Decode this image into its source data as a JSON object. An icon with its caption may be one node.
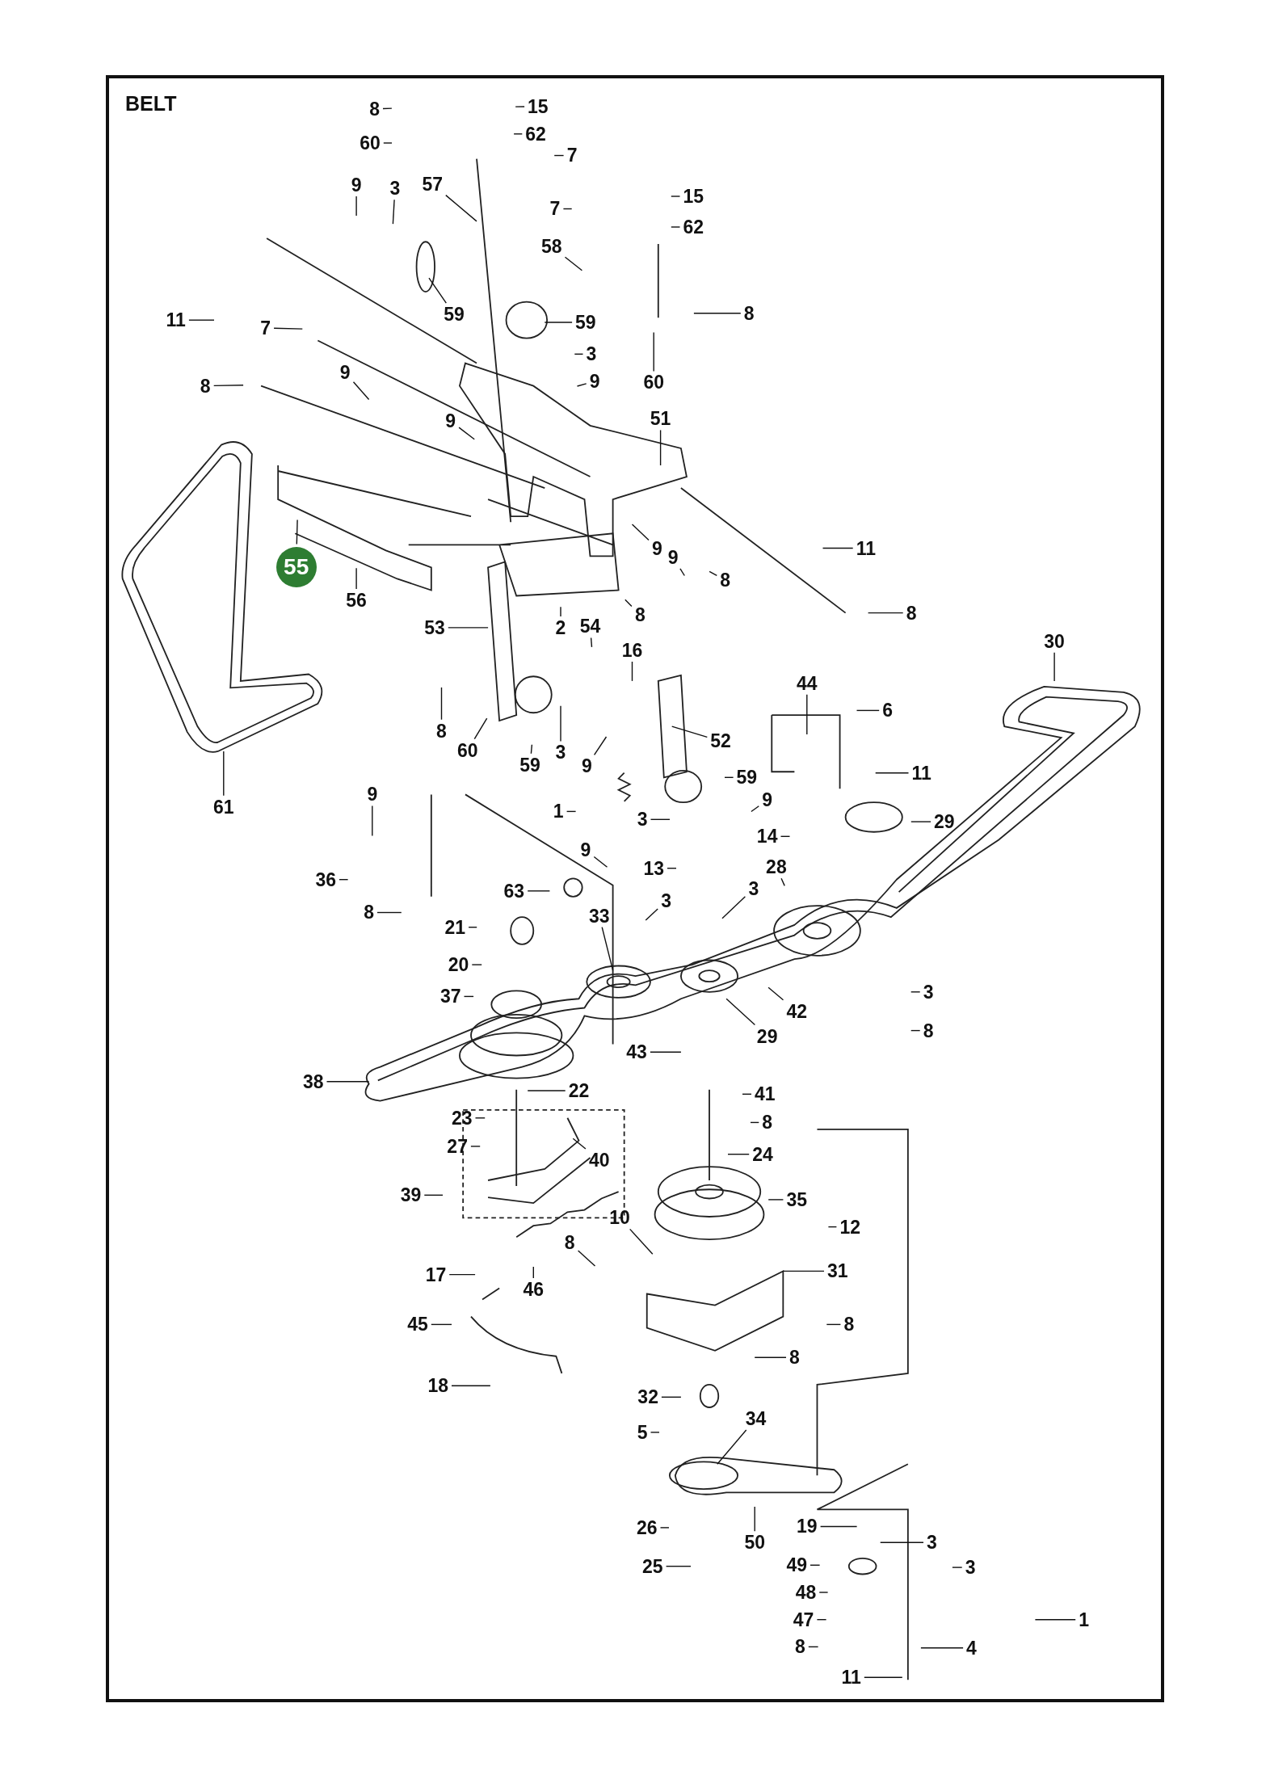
{
  "diagram": {
    "title": "BELT",
    "nodes": [
      {
        "text": [
          "8"
        ]
      },
      {
        "text": [
          "15"
        ]
      },
      {
        "text": [
          "60"
        ]
      },
      {
        "text": [
          "62"
        ]
      },
      {
        "text": [
          "7"
        ]
      },
      {
        "text": [
          "9"
        ]
      },
      {
        "text": [
          "3"
        ]
      },
      {
        "text": [
          "57"
        ]
      },
      {
        "text": [
          "7"
        ]
      },
      {
        "text": [
          "15"
        ]
      },
      {
        "text": [
          "62"
        ]
      },
      {
        "text": [
          "58"
        ]
      },
      {
        "text": [
          "59"
        ]
      },
      {
        "text": [
          "59"
        ]
      },
      {
        "text": [
          "11"
        ]
      },
      {
        "text": [
          "7"
        ]
      },
      {
        "text": [
          "3"
        ]
      },
      {
        "text": [
          "8"
        ]
      },
      {
        "text": [
          "9"
        ]
      },
      {
        "text": [
          "60"
        ]
      },
      {
        "text": [
          "8"
        ]
      },
      {
        "text": [
          "9"
        ]
      },
      {
        "text": [
          "9"
        ]
      },
      {
        "text": [
          "51"
        ]
      },
      {
        "text": [
          "11"
        ]
      },
      {
        "text": [
          "9"
        ]
      },
      {
        "text": [
          "9"
        ]
      },
      {
        "text": [
          "8"
        ]
      },
      {
        "text": [
          "8"
        ]
      },
      {
        "text": [
          "55"
        ]
      },
      {
        "text": [
          "56"
        ]
      },
      {
        "text": [
          "2"
        ]
      },
      {
        "text": [
          "54"
        ]
      },
      {
        "text": [
          "8"
        ]
      },
      {
        "text": [
          "53"
        ]
      },
      {
        "text": [
          "16"
        ]
      },
      {
        "text": [
          "30"
        ]
      },
      {
        "text": [
          "44"
        ]
      },
      {
        "text": [
          "6"
        ]
      },
      {
        "text": [
          "8"
        ]
      },
      {
        "text": [
          "60"
        ]
      },
      {
        "text": [
          "59"
        ]
      },
      {
        "text": [
          "3"
        ]
      },
      {
        "text": [
          "9"
        ]
      },
      {
        "text": [
          "52"
        ]
      },
      {
        "text": [
          "59"
        ]
      },
      {
        "text": [
          "11"
        ]
      },
      {
        "text": [
          "61"
        ]
      },
      {
        "text": [
          "1"
        ]
      },
      {
        "text": [
          "3"
        ]
      },
      {
        "text": [
          "9"
        ]
      },
      {
        "text": [
          "9"
        ]
      },
      {
        "text": [
          "14"
        ]
      },
      {
        "text": [
          "29"
        ]
      },
      {
        "text": [
          "36"
        ]
      },
      {
        "text": [
          "8"
        ]
      },
      {
        "text": [
          "63"
        ]
      },
      {
        "text": [
          "9"
        ]
      },
      {
        "text": [
          "13"
        ]
      },
      {
        "text": [
          "28"
        ]
      },
      {
        "text": [
          "3"
        ]
      },
      {
        "text": [
          "3"
        ]
      },
      {
        "text": [
          "33"
        ]
      },
      {
        "text": [
          "21"
        ]
      },
      {
        "text": [
          "20"
        ]
      },
      {
        "text": [
          "37"
        ]
      },
      {
        "text": [
          "42"
        ]
      },
      {
        "text": [
          "29"
        ]
      },
      {
        "text": [
          "3"
        ]
      },
      {
        "text": [
          "8"
        ]
      },
      {
        "text": [
          "43"
        ]
      },
      {
        "text": [
          "38"
        ]
      },
      {
        "text": [
          "22"
        ]
      },
      {
        "text": [
          "41"
        ]
      },
      {
        "text": [
          "8"
        ]
      },
      {
        "text": [
          "23"
        ]
      },
      {
        "text": [
          "27"
        ]
      },
      {
        "text": [
          "40"
        ]
      },
      {
        "text": [
          "24"
        ]
      },
      {
        "text": [
          "39"
        ]
      },
      {
        "text": [
          "35"
        ]
      },
      {
        "text": [
          "10"
        ]
      },
      {
        "text": [
          "12"
        ]
      },
      {
        "text": [
          "8"
        ]
      },
      {
        "text": [
          "46"
        ]
      },
      {
        "text": [
          "17"
        ]
      },
      {
        "text": [
          "31"
        ]
      },
      {
        "text": [
          "8"
        ]
      },
      {
        "text": [
          "45"
        ]
      },
      {
        "text": [
          "8"
        ]
      },
      {
        "text": [
          "18"
        ]
      },
      {
        "text": [
          "32"
        ]
      },
      {
        "text": [
          "5"
        ]
      },
      {
        "text": [
          "34"
        ]
      },
      {
        "text": [
          "26"
        ]
      },
      {
        "text": [
          "50"
        ]
      },
      {
        "text": [
          "19"
        ]
      },
      {
        "text": [
          "3"
        ]
      },
      {
        "text": [
          "25"
        ]
      },
      {
        "text": [
          "49"
        ]
      },
      {
        "text": [
          "3"
        ]
      },
      {
        "text": [
          "48"
        ]
      },
      {
        "text": [
          "47"
        ]
      },
      {
        "text": [
          "1"
        ]
      },
      {
        "text": [
          "8"
        ]
      },
      {
        "text": [
          "4"
        ]
      },
      {
        "text": [
          "11"
        ]
      }
    ],
    "edges": [
      {
        "from": 0,
        "to": null,
        "arrow": "none"
      },
      {
        "from": 1,
        "to": null,
        "arrow": "none"
      },
      {
        "from": 2,
        "to": null,
        "arrow": "none"
      },
      {
        "from": 3,
        "to": null,
        "arrow": "none"
      },
      {
        "from": 4,
        "to": null,
        "arrow": "none"
      },
      {
        "from": 5,
        "to": null,
        "arrow": "none"
      },
      {
        "from": 6,
        "to": null,
        "arrow": "none"
      },
      {
        "from": 7,
        "to": null,
        "arrow": "none"
      },
      {
        "from": 8,
        "to": null,
        "arrow": "none"
      },
      {
        "from": 9,
        "to": null,
        "arrow": "none"
      },
      {
        "from": 10,
        "to": null,
        "arrow": "none"
      },
      {
        "from": 11,
        "to": null,
        "arrow": "none"
      },
      {
        "from": 12,
        "to": null,
        "arrow": "none"
      },
      {
        "from": 13,
        "to": null,
        "arrow": "none"
      },
      {
        "from": 14,
        "to": null,
        "arrow": "none"
      },
      {
        "from": 15,
        "to": null,
        "arrow": "none"
      },
      {
        "from": 16,
        "to": null,
        "arrow": "none"
      },
      {
        "from": 17,
        "to": null,
        "arrow": "none"
      },
      {
        "from": 18,
        "to": null,
        "arrow": "none"
      },
      {
        "from": 19,
        "to": null,
        "arrow": "none"
      },
      {
        "from": 20,
        "to": null,
        "arrow": "none"
      },
      {
        "from": 21,
        "to": null,
        "arrow": "none"
      },
      {
        "from": 22,
        "to": null,
        "arrow": "none"
      },
      {
        "from": 23,
        "to": null,
        "arrow": "none"
      },
      {
        "from": 24,
        "to": null,
        "arrow": "none"
      },
      {
        "from": 25,
        "to": null,
        "arrow": "none"
      },
      {
        "from": 26,
        "to": null,
        "arrow": "none"
      },
      {
        "from": 27,
        "to": null,
        "arrow": "none"
      },
      {
        "from": 28,
        "to": null,
        "arrow": "none"
      },
      {
        "from": 29,
        "to": null,
        "arrow": "none"
      },
      {
        "from": 30,
        "to": null,
        "arrow": "none"
      },
      {
        "from": 31,
        "to": null,
        "arrow": "none"
      },
      {
        "from": 32,
        "to": null,
        "arrow": "none"
      },
      {
        "from": 33,
        "to": null,
        "arrow": "none"
      },
      {
        "from": 34,
        "to": null,
        "arrow": "none"
      },
      {
        "from": 35,
        "to": null,
        "arrow": "none"
      },
      {
        "from": 36,
        "to": null,
        "arrow": "none"
      },
      {
        "from": 37,
        "to": null,
        "arrow": "none"
      },
      {
        "from": 38,
        "to": null,
        "arrow": "none"
      },
      {
        "from": 39,
        "to": null,
        "arrow": "none"
      },
      {
        "from": 40,
        "to": null,
        "arrow": "none"
      },
      {
        "from": 41,
        "to": null,
        "arrow": "none"
      },
      {
        "from": 42,
        "to": null,
        "arrow": "none"
      },
      {
        "from": 43,
        "to": null,
        "arrow": "none"
      },
      {
        "from": 44,
        "to": null,
        "arrow": "none"
      },
      {
        "from": 45,
        "to": null,
        "arrow": "none"
      },
      {
        "from": 46,
        "to": null,
        "arrow": "none"
      },
      {
        "from": 47,
        "to": null,
        "arrow": "none"
      },
      {
        "from": 48,
        "to": null,
        "arrow": "none"
      },
      {
        "from": 49,
        "to": null,
        "arrow": "none"
      },
      {
        "from": 50,
        "to": null,
        "arrow": "none"
      },
      {
        "from": 51,
        "to": null,
        "arrow": "none"
      },
      {
        "from": 52,
        "to": null,
        "arrow": "none"
      },
      {
        "from": 53,
        "to": null,
        "arrow": "none"
      },
      {
        "from": 54,
        "to": null,
        "arrow": "none"
      },
      {
        "from": 55,
        "to": null,
        "arrow": "none"
      },
      {
        "from": 56,
        "to": null,
        "arrow": "none"
      },
      {
        "from": 57,
        "to": null,
        "arrow": "none"
      },
      {
        "from": 58,
        "to": null,
        "arrow": "none"
      },
      {
        "from": 59,
        "to": null,
        "arrow": "none"
      },
      {
        "from": 60,
        "to": null,
        "arrow": "none"
      },
      {
        "from": 61,
        "to": null,
        "arrow": "none"
      },
      {
        "from": 62,
        "to": null,
        "arrow": "none"
      },
      {
        "from": 63,
        "to": null,
        "arrow": "none"
      },
      {
        "from": 64,
        "to": null,
        "arrow": "none"
      },
      {
        "from": 65,
        "to": null,
        "arrow": "none"
      },
      {
        "from": 66,
        "to": null,
        "arrow": "none"
      },
      {
        "from": 67,
        "to": null,
        "arrow": "none"
      },
      {
        "from": 68,
        "to": null,
        "arrow": "none"
      },
      {
        "from": 69,
        "to": null,
        "arrow": "none"
      },
      {
        "from": 70,
        "to": null,
        "arrow": "none"
      },
      {
        "from": 71,
        "to": null,
        "arrow": "none"
      },
      {
        "from": 72,
        "to": null,
        "arrow": "none"
      },
      {
        "from": 73,
        "to": null,
        "arrow": "none"
      },
      {
        "from": 74,
        "to": null,
        "arrow": "none"
      },
      {
        "from": 75,
        "to": null,
        "arrow": "none"
      },
      {
        "from": 76,
        "to": null,
        "arrow": "none"
      },
      {
        "from": 77,
        "to": null,
        "arrow": "none"
      },
      {
        "from": 78,
        "to": null,
        "arrow": "none"
      },
      {
        "from": 79,
        "to": null,
        "arrow": "none"
      },
      {
        "from": 80,
        "to": null,
        "arrow": "none"
      },
      {
        "from": 81,
        "to": null,
        "arrow": "none"
      },
      {
        "from": 82,
        "to": null,
        "arrow": "none"
      },
      {
        "from": 83,
        "to": null,
        "arrow": "none"
      },
      {
        "from": 84,
        "to": null,
        "arrow": "none"
      },
      {
        "from": 85,
        "to": null,
        "arrow": "none"
      },
      {
        "from": 86,
        "to": null,
        "arrow": "none"
      },
      {
        "from": 87,
        "to": null,
        "arrow": "none"
      },
      {
        "from": 88,
        "to": null,
        "arrow": "none"
      },
      {
        "from": 89,
        "to": null,
        "arrow": "none"
      },
      {
        "from": 90,
        "to": null,
        "arrow": "none"
      },
      {
        "from": 91,
        "to": null,
        "arrow": "none"
      },
      {
        "from": 92,
        "to": null,
        "arrow": "none"
      },
      {
        "from": 93,
        "to": null,
        "arrow": "none"
      },
      {
        "from": 94,
        "to": null,
        "arrow": "none"
      },
      {
        "from": 95,
        "to": null,
        "arrow": "none"
      },
      {
        "from": 96,
        "to": null,
        "arrow": "none"
      },
      {
        "from": 97,
        "to": null,
        "arrow": "none"
      },
      {
        "from": 98,
        "to": null,
        "arrow": "none"
      },
      {
        "from": 99,
        "to": null,
        "arrow": "none"
      },
      {
        "from": 100,
        "to": null,
        "arrow": "none"
      },
      {
        "from": 101,
        "to": null,
        "arrow": "none"
      },
      {
        "from": 102,
        "to": null,
        "arrow": "none"
      },
      {
        "from": 103,
        "to": null,
        "arrow": "none"
      },
      {
        "from": 104,
        "to": null,
        "arrow": "none"
      },
      {
        "from": 105,
        "to": null,
        "arrow": "none"
      },
      {
        "from": 106,
        "to": null,
        "arrow": "none"
      }
    ]
  }
}
